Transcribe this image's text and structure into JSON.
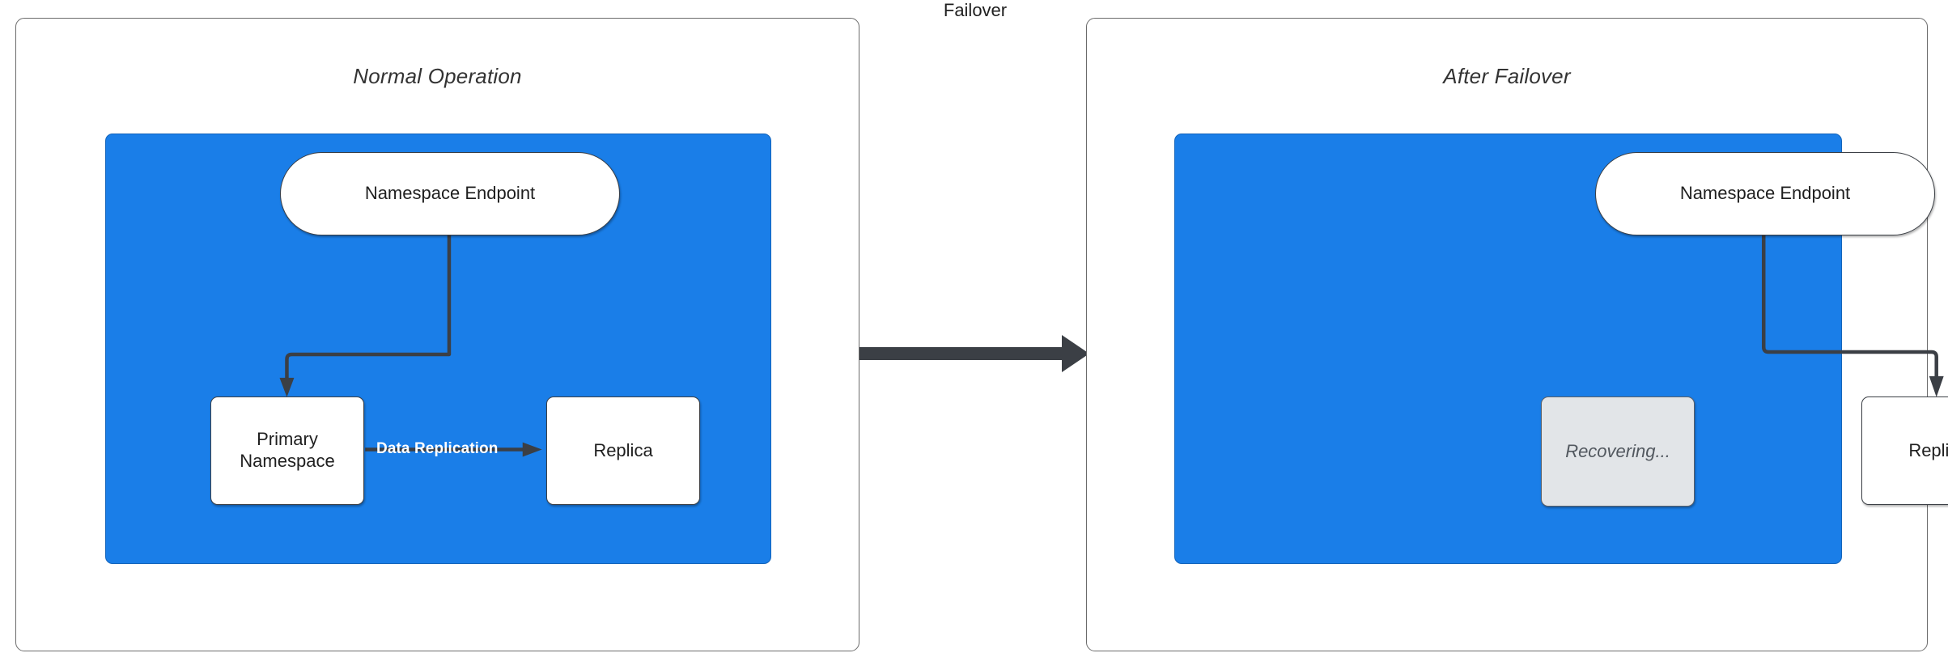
{
  "diagram": {
    "title_left": "Normal Operation",
    "title_right": "After Failover",
    "accent_blue": "#1a7ee8",
    "node_stroke": "#3b3f45",
    "muted_fill": "#e2e5e8",
    "panel_stroke": "#6b6b6b"
  },
  "panels": [
    {
      "id": "normal-operation",
      "title": "Normal Operation",
      "nodes": [
        {
          "id": "namespace-endpoint",
          "label": "Namespace Endpoint",
          "shape": "pill",
          "state": "active"
        },
        {
          "id": "primary-namespace",
          "label": "Primary\nNamespace",
          "line1": "Primary",
          "line2": "Namespace",
          "shape": "rect",
          "state": "active"
        },
        {
          "id": "replica",
          "label": "Replica",
          "shape": "rect",
          "state": "active"
        }
      ],
      "edges": [
        {
          "id": "endpoint-to-primary",
          "from": "namespace-endpoint",
          "to": "primary-namespace",
          "label": ""
        },
        {
          "id": "primary-to-replica",
          "from": "primary-namespace",
          "to": "replica",
          "label": "Data Replication"
        }
      ]
    },
    {
      "id": "after-failover",
      "title": "After Failover",
      "nodes": [
        {
          "id": "namespace-endpoint",
          "label": "Namespace Endpoint",
          "shape": "pill",
          "state": "active"
        },
        {
          "id": "recovering",
          "label": "Recovering...",
          "shape": "rect",
          "state": "muted"
        },
        {
          "id": "replica",
          "label": "Replica",
          "shape": "rect",
          "state": "active"
        }
      ],
      "edges": [
        {
          "id": "endpoint-to-replica",
          "from": "namespace-endpoint",
          "to": "replica",
          "label": ""
        }
      ]
    }
  ],
  "transition": {
    "label": "Failover",
    "from_panel": "normal-operation",
    "to_panel": "after-failover"
  }
}
